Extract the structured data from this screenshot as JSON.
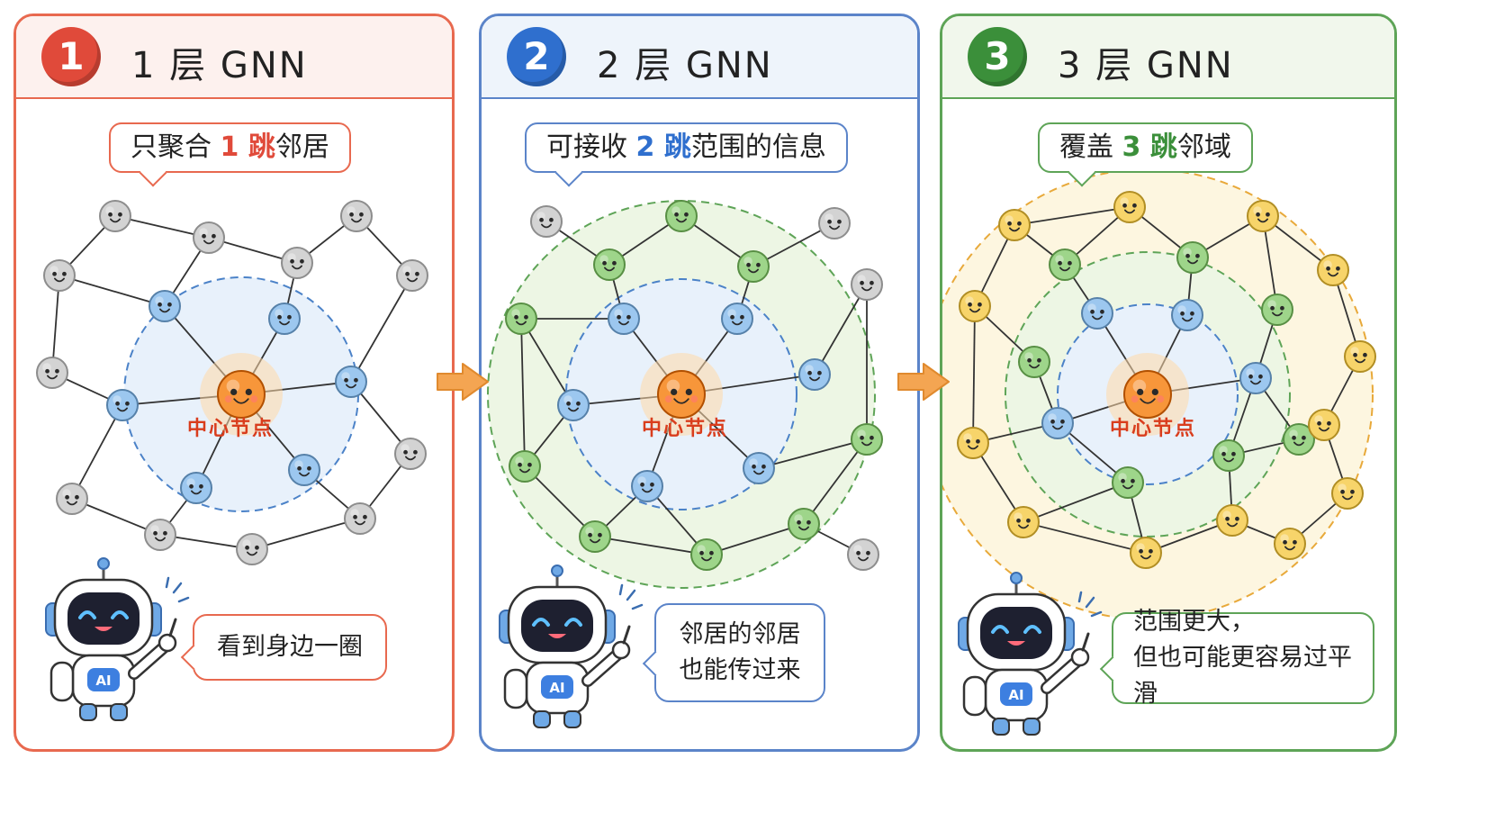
{
  "panels": [
    {
      "number": "1",
      "title": "1 层 GNN",
      "tip": {
        "before": "只聚合 ",
        "num": "1",
        "hop": " 跳",
        "after": "邻居"
      },
      "center_label": "中心节点",
      "robot_speech": [
        "看到身边一圈"
      ],
      "colors": {
        "accent": "#e04a3a",
        "frame": "#e8694f",
        "header_bg": "#fdf1ee"
      }
    },
    {
      "number": "2",
      "title": "2 层 GNN",
      "tip": {
        "before": "可接收 ",
        "num": "2",
        "hop": " 跳",
        "after": "范围的信息"
      },
      "center_label": "中心节点",
      "robot_speech": [
        "邻居的邻居",
        "也能传过来"
      ],
      "colors": {
        "accent": "#2f6fce",
        "frame": "#5b84c9",
        "header_bg": "#eef4fb"
      }
    },
    {
      "number": "3",
      "title": "3 层 GNN",
      "tip": {
        "before": "覆盖 ",
        "num": "3",
        "hop": " 跳",
        "after": "邻域"
      },
      "center_label": "中心节点",
      "robot_speech": [
        "范围更大，",
        "但也可能更容易过平滑"
      ],
      "colors": {
        "accent": "#3b8f3a",
        "frame": "#5ea457",
        "header_bg": "#f1f7ec"
      }
    }
  ],
  "robot_chest_text": "AI",
  "node_colors": {
    "center": "#f7963a",
    "hop1": "#9cc7ef",
    "hop2": "#9ed58a",
    "hop3": "#f7d46a",
    "outside": "#d3d3d3"
  },
  "arrow_color": "#f4a552"
}
